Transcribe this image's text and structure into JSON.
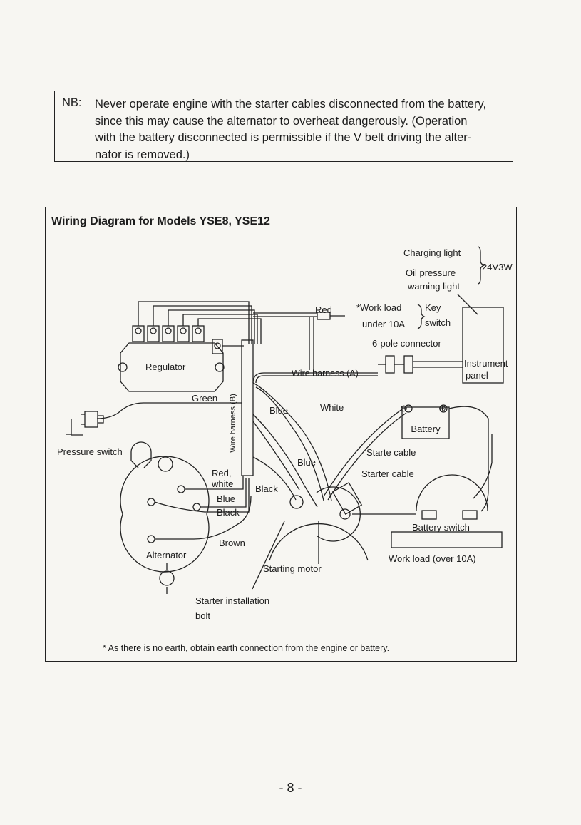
{
  "note": {
    "label": "NB:",
    "lines": [
      "Never operate engine with the starter cables disconnected from the battery,",
      "since this may cause the alternator to overheat dangerously. (Operation",
      "with the battery disconnected is permissible if the V belt driving the alter-",
      "nator is removed.)"
    ]
  },
  "diagram": {
    "title": "Wiring Diagram for Models YSE8, YSE12",
    "labels": {
      "charging_light": "Charging light",
      "oil_pressure": "Oil pressure",
      "warning_light": "warning light",
      "rating": "24V3W",
      "red": "Red",
      "work_load_under": "*Work load",
      "under_10a": "under 10A",
      "key": "Key",
      "switch": "switch",
      "connector": "6-pole connector",
      "instrument": "Instrument",
      "panel": "panel",
      "regulator": "Regulator",
      "wire_harness_a": "Wire harness (A)",
      "wire_harness_b": "Wire harness (B)",
      "green": "Green",
      "blue": "Blue",
      "white": "White",
      "battery": "Battery",
      "pressure_switch": "Pressure switch",
      "starte_cable": "Starte cable",
      "starter_cable": "Starter cable",
      "blue2": "Blue",
      "red_white_1": "Red,",
      "red_white_2": "white",
      "blue3": "Blue",
      "black_main": "Black",
      "black_alt": "Black",
      "brown": "Brown",
      "alternator": "Alternator",
      "battery_switch": "Battery switch",
      "starting_motor": "Starting motor",
      "work_load_over": "Work load (over 10A)",
      "starter_bolt_1": "Starter installation",
      "starter_bolt_2": "bolt",
      "minus": "⊖",
      "plus": "⊕"
    },
    "footnote": "*   As there is no earth, obtain earth connection from the engine or battery."
  },
  "page_number": "- 8 -"
}
